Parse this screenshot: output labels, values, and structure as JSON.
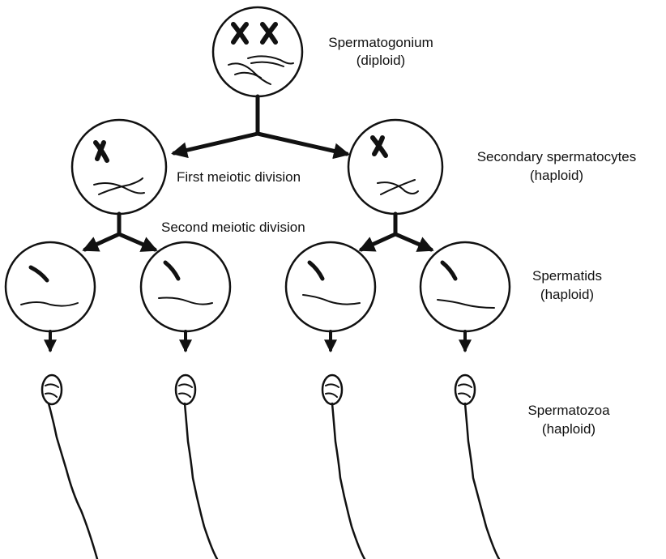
{
  "labels": {
    "spermatogonium": "Spermatogonium",
    "spermatogonium_ploidy": "(diploid)",
    "first_division": "First meiotic division",
    "secondary": "Secondary spermatocytes",
    "secondary_ploidy": "(haploid)",
    "second_division": "Second meiotic division",
    "spermatids": "Spermatids",
    "spermatids_ploidy": "(haploid)",
    "spermatozoa": "Spermatozoa",
    "spermatozoa_ploidy": "(haploid)"
  }
}
